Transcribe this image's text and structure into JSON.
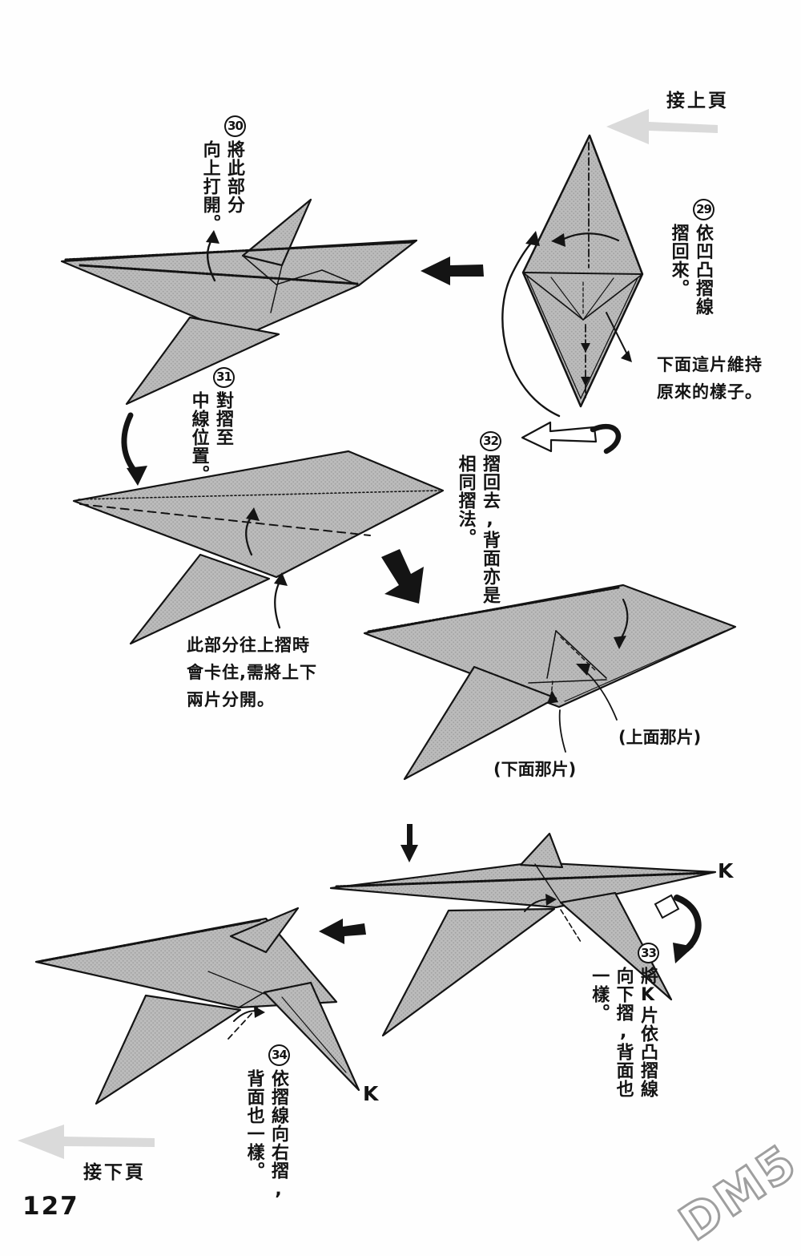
{
  "page": {
    "prev_page_label": "接上頁",
    "next_page_label": "接下頁",
    "page_number": "127",
    "watermark": "DM5"
  },
  "steps": {
    "step29": {
      "num": "29",
      "text": "依凹凸摺線\n摺回來。"
    },
    "step30": {
      "num": "30",
      "text": "將此部分\n向上打開。"
    },
    "step31": {
      "num": "31",
      "text": "對摺至\n中線位置。"
    },
    "step32": {
      "num": "32",
      "text": "摺回去,背面亦是\n相同摺法。"
    },
    "step33": {
      "num": "33",
      "text": "將K片依凸摺線\n向下摺,背面也\n一樣。"
    },
    "step34": {
      "num": "34",
      "text": "依摺線向右摺,\n背面也一樣。"
    }
  },
  "annotations": {
    "keep_shape_note": "下面這片維持\n原來的樣子。",
    "stuck_note": "此部分往上摺時\n會卡住,需將上下\n兩片分開。",
    "upper_piece_label": "(上面那片)",
    "lower_piece_label": "(下面那片)",
    "flap_label_right": "K",
    "flap_label_left": "K"
  },
  "colors": {
    "paper_gray": "#b8b8b8",
    "outline_black": "#141414",
    "nav_arrow_gray": "#dadada",
    "watermark_gray": "#8f8f8f"
  }
}
